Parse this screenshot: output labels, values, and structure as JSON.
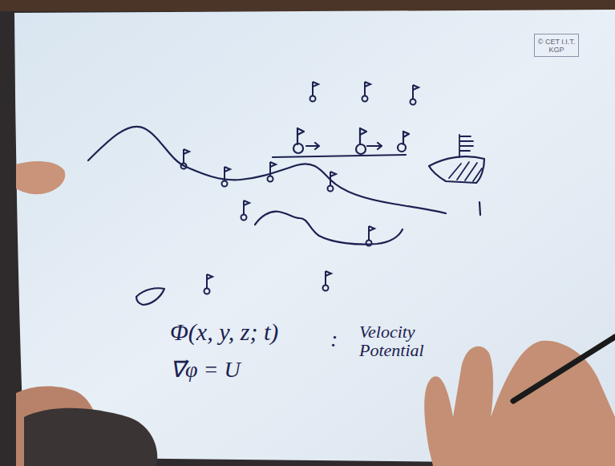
{
  "diagram": {
    "nodes": [
      {
        "text": [
          "© CET I.I.T. KGP"
        ]
      }
    ],
    "labels": [
      "Φ(x, y, z; t)",
      ":",
      "Velocity Potential",
      "∇⃗φ = U⃗"
    ]
  }
}
